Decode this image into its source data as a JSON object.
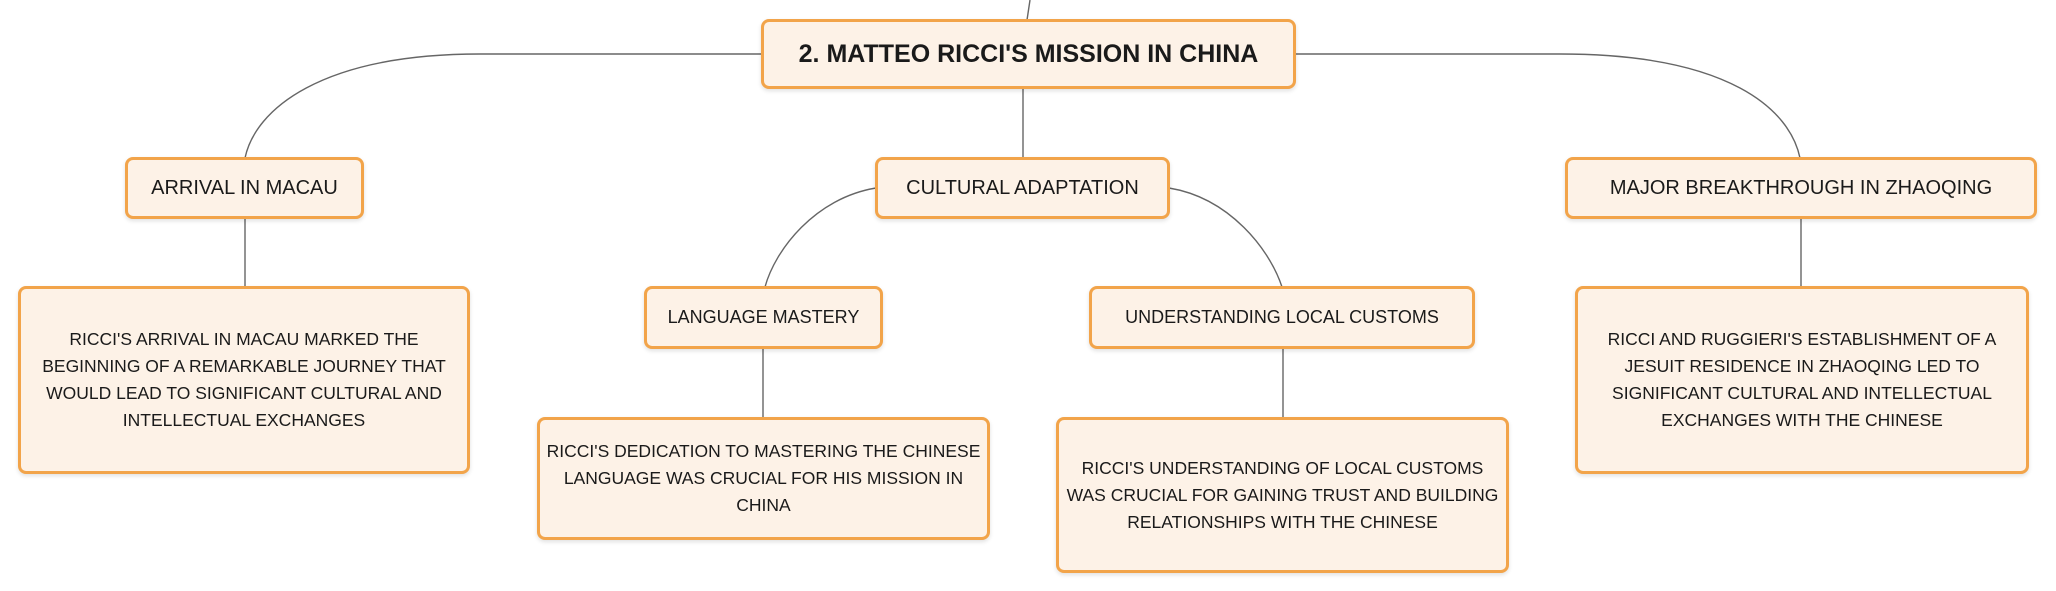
{
  "diagram": {
    "root": "2. MATTEO RICCI'S MISSION IN CHINA",
    "branches": {
      "arrival": {
        "label": "ARRIVAL IN MACAU",
        "detail": "RICCI'S ARRIVAL IN MACAU MARKED THE BEGINNING OF A REMARKABLE JOURNEY THAT WOULD LEAD TO SIGNIFICANT CULTURAL AND INTELLECTUAL EXCHANGES"
      },
      "cultural": {
        "label": "CULTURAL ADAPTATION",
        "children": {
          "language": {
            "label": "LANGUAGE MASTERY",
            "detail": "RICCI'S DEDICATION TO MASTERING THE CHINESE LANGUAGE WAS CRUCIAL FOR HIS MISSION IN CHINA"
          },
          "customs": {
            "label": "UNDERSTANDING LOCAL CUSTOMS",
            "detail": "RICCI'S UNDERSTANDING OF LOCAL CUSTOMS WAS CRUCIAL FOR GAINING TRUST AND BUILDING RELATIONSHIPS WITH THE CHINESE"
          }
        }
      },
      "breakthrough": {
        "label": "MAJOR BREAKTHROUGH IN ZHAOQING",
        "detail": "RICCI AND RUGGIERI'S ESTABLISHMENT OF A JESUIT RESIDENCE IN ZHAOQING LED TO SIGNIFICANT CULTURAL AND INTELLECTUAL EXCHANGES WITH THE CHINESE"
      }
    },
    "colors": {
      "node_border": "#f2a44a",
      "node_fill": "#fdf2e7",
      "connector": "#666666",
      "text": "#1a1a1a"
    }
  }
}
